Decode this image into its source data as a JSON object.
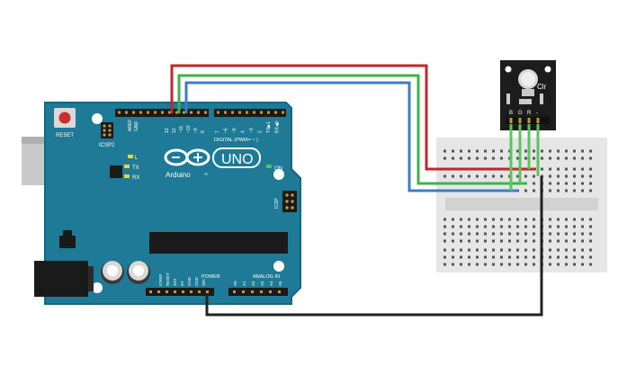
{
  "board": {
    "logo_text": "Arduino",
    "logo_tm": "™",
    "model": "UNO",
    "reset_label": "RESET",
    "icsp2_label": "ICSP2",
    "icsp_label": "ICSP",
    "l_label": "L",
    "tx_label": "TX",
    "rx_label": "RX",
    "on_label": "ON",
    "digital_label": "DIGITAL (PWM= ~ )",
    "aref_label": "AREF",
    "gnd_top_label": "GND",
    "digital_pins": [
      "13",
      "12",
      "~11",
      "~10",
      "~9",
      "8",
      "7",
      "~6",
      "~5",
      "4",
      "~3",
      "2",
      "TX▶1",
      "RX◀0"
    ],
    "power_label": "POWER",
    "power_pins": [
      "IOREF",
      "RESET",
      "3V3",
      "5V",
      "GND",
      "GND",
      "VIN"
    ],
    "analog_label": "ANALOG IN",
    "analog_pins": [
      "A0",
      "A1",
      "A2",
      "A3",
      "A4",
      "A5"
    ]
  },
  "module": {
    "label": "Clr",
    "pin_labels": [
      "B",
      "G",
      "R",
      "-"
    ]
  },
  "wires": {
    "red": "#c0272d",
    "green": "#3cb44b",
    "blue": "#3d7cc9",
    "black": "#222222"
  },
  "colors": {
    "board": "#1e7a96",
    "board_edge": "#17667e",
    "breadboard": "#e6e6e6",
    "module": "#1c1c1c"
  }
}
